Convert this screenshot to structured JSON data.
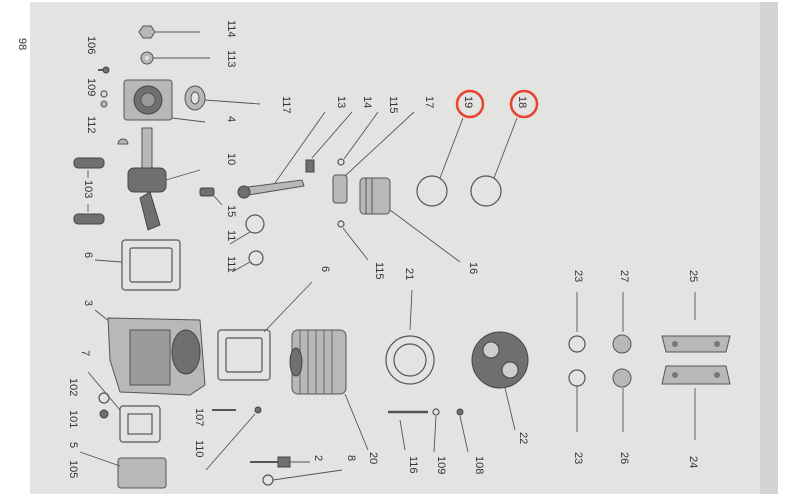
{
  "page_number": "98",
  "highlight_color": "#e8432f",
  "paper_color": "#e3e3e1",
  "labels": {
    "l114": "114",
    "l113": "113",
    "l106": "106",
    "l109": "109",
    "l117": "117",
    "l4": "4",
    "l112": "112",
    "l103": "103",
    "l10": "10",
    "l15": "15",
    "l11": "11",
    "l111": "111",
    "l6a": "6",
    "l13": "13",
    "l14": "14",
    "l115a": "115",
    "l17": "17",
    "l19": "19",
    "l18": "18",
    "l16": "16",
    "l115b": "115",
    "l6b": "6",
    "l3": "3",
    "l7": "7",
    "l102": "102",
    "l101": "101",
    "l5": "5",
    "l105": "105",
    "l107": "107",
    "l110": "110",
    "l21": "21",
    "l23a": "23",
    "l27": "27",
    "l25": "25",
    "l2": "2",
    "l8": "8",
    "l20": "20",
    "l116": "116",
    "l109b": "109",
    "l108": "108",
    "l22": "22",
    "l23b": "23",
    "l26": "26",
    "l24": "24"
  }
}
